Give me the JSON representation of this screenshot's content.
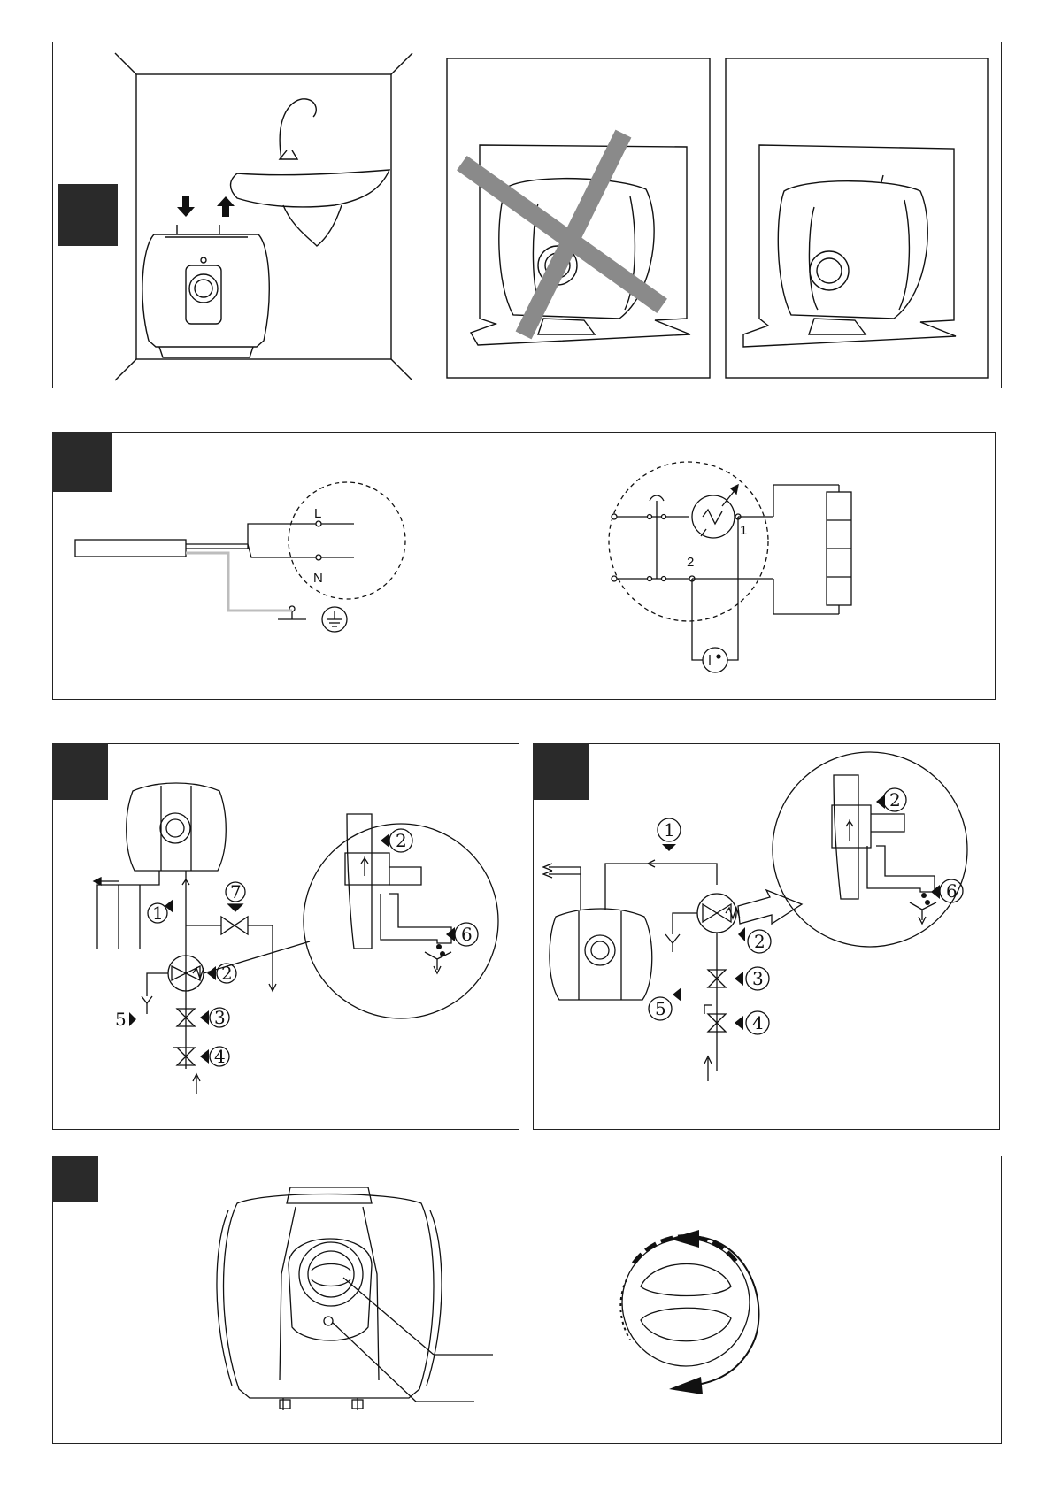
{
  "wiring": {
    "live_label": "L",
    "neutral_label": "N",
    "terminal_1": "1",
    "terminal_2": "2"
  },
  "callouts": {
    "c1": "1",
    "c2": "2",
    "c3": "3",
    "c4": "4",
    "c5": "5",
    "c6": "6",
    "c7": "7"
  },
  "colors": {
    "ink": "#111111",
    "tab": "#2a2a2a",
    "cross": "#8a8a8a",
    "ground_wire": "#bdbdbd"
  },
  "icons": [
    "heater-icon",
    "sink-icon",
    "tap-icon",
    "ground-icon",
    "thermostat-icon",
    "heating-element-icon",
    "indicator-lamp-icon",
    "valve-icon",
    "drain-icon",
    "knob-icon",
    "rotate-arrow-icon"
  ]
}
